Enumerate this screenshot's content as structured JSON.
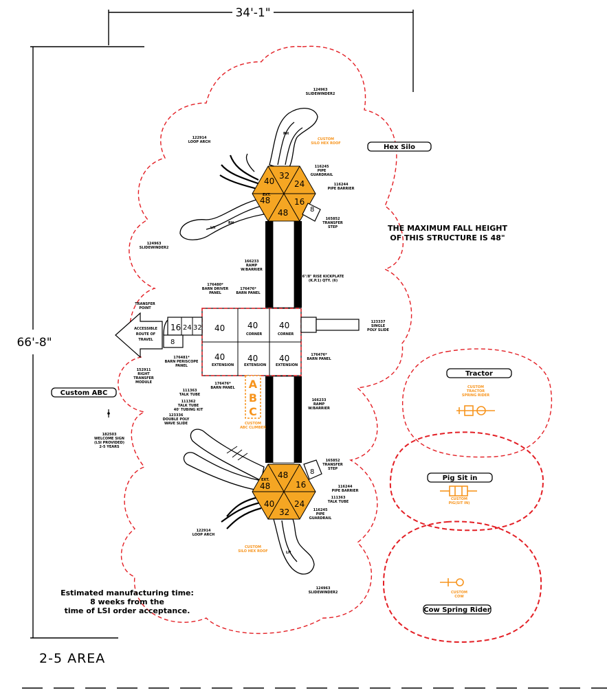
{
  "dimensions": {
    "width_label": "34'-1\"",
    "height_label": "66'-8\""
  },
  "area_label": "2-5 AREA",
  "fall_height_note": [
    "THE MAXIMUM FALL HEIGHT",
    "OF THIS STRUCTURE IS 48\""
  ],
  "manufacturing_note": [
    "Estimated manufacturing time:",
    "8  weeks from the",
    "time of LSI order acceptance."
  ],
  "labels": {
    "hex_silo": "Hex Silo",
    "custom_abc": "Custom ABC",
    "tractor": "Tractor",
    "pig_sit_in": "Pig Sit in",
    "cow_spring_rider": "Cow Spring Rider"
  },
  "accessible_route": [
    "ACCESSIBLE",
    "ROUTE OF",
    "TRAVEL"
  ],
  "top_silo": {
    "decks": [
      "40",
      "32",
      "24",
      "48",
      "48",
      "16",
      "8"
    ],
    "ext_label": "EXT.",
    "roof_label": [
      "CUSTOM",
      "SILO HEX ROOF"
    ]
  },
  "bottom_silo": {
    "decks": [
      "48",
      "16",
      "24",
      "32",
      "40",
      "48",
      "8"
    ],
    "ext_label": "EXT.",
    "roof_label": [
      "CUSTOM",
      "SILO HEX ROOF"
    ]
  },
  "barn": {
    "cells": [
      "40",
      "40",
      "40",
      "40",
      "40",
      "40"
    ],
    "cell_tags": [
      "",
      "CORNER",
      "CORNER",
      "EXTENSION",
      "EXTENSION",
      "EXTENSION"
    ],
    "transfer": [
      "16",
      "24",
      "32",
      "8"
    ]
  },
  "slide_labels": {
    "rh": "RH",
    "lh": "LH"
  },
  "components": {
    "c1": [
      "124963",
      "SLIDEWINDER2"
    ],
    "c2": [
      "122914",
      "LOOP ARCH"
    ],
    "c3": [
      "116245",
      "PIPE",
      "GUARDRAIL"
    ],
    "c4": [
      "116244",
      "PIPE BARRIER"
    ],
    "c5": [
      "165852",
      "TRANSFER",
      "STEP"
    ],
    "c6": [
      "124963",
      "SLIDEWINDER2"
    ],
    "c7": [
      "166233",
      "RAMP",
      "W/BARRIER"
    ],
    "c8": [
      "6\"/8\" RISE KICKPLATE",
      "(K.P.1) QTY. (6)"
    ],
    "c9": [
      "176480*",
      "BARN DRIVER",
      "PANEL"
    ],
    "c10": [
      "176476*",
      "BARN PANEL"
    ],
    "c11": [
      "TRANSFER",
      "POINT"
    ],
    "c12": [
      "123337",
      "SINGLE",
      "POLY SLIDE"
    ],
    "c13": [
      "176481*",
      "BARN PERISCOPE",
      "PANEL"
    ],
    "c14": [
      "176476*",
      "BARN PANEL"
    ],
    "c15": [
      "152911",
      "RIGHT",
      "TRANSFER",
      "MODULE"
    ],
    "c16": [
      "111363",
      "TALK TUBE"
    ],
    "c17": [
      "111362",
      "TALK TUBE",
      "40' TUBING KIT"
    ],
    "c18": [
      "176476*",
      "BARN PANEL"
    ],
    "c19": [
      "123336",
      "DOUBLE POLY",
      "WAVE SLIDE"
    ],
    "c20": [
      "182503",
      "WELCOME SIGN",
      "(LSI PROVIDED)",
      "2-5 YEARS"
    ],
    "c21": [
      "166233",
      "RAMP",
      "W/BARRIER"
    ],
    "c22": [
      "165852",
      "TRANSFER",
      "STEP"
    ],
    "c23": [
      "116244",
      "PIPE BARRIER"
    ],
    "c24": [
      "111363",
      "TALK TUBE"
    ],
    "c25": [
      "116245",
      "PIPE",
      "GUARDRAIL"
    ],
    "c26": [
      "122914",
      "LOOP ARCH"
    ],
    "c27": [
      "124963",
      "SLIDEWINDER2"
    ]
  },
  "custom_labels": {
    "silo_roof_top": [
      "CUSTOM",
      "SILO HEX ROOF"
    ],
    "abc_climber": [
      "CUSTOM",
      "ABC CLIMBER"
    ],
    "tractor_rider": [
      "CUSTOM",
      "TRACTOR",
      "SPRING RIDER"
    ],
    "pig_sit_in": [
      "CUSTOM",
      "PIG(SIT IN)"
    ],
    "cow": [
      "CUSTOM",
      "COW"
    ],
    "silo_roof_bottom": [
      "CUSTOM",
      "SILO HEX ROOF"
    ]
  },
  "abc_letters": [
    "A",
    "B",
    "C"
  ],
  "colors": {
    "boundary": "#e31e24",
    "accent": "#f7941d"
  }
}
